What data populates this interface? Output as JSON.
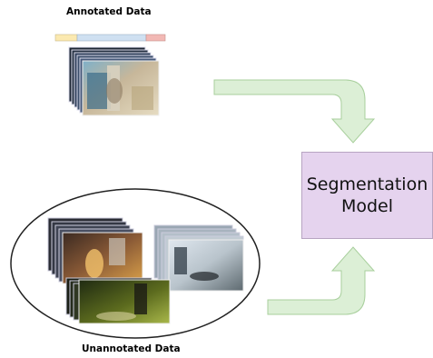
{
  "labels": {
    "annotated": "Annotated Data",
    "unannotated": "Unannotated Data"
  },
  "model": {
    "line1": "Segmentation",
    "line2": "Model"
  },
  "annotation_bar": {
    "segments": [
      {
        "color": "#fbe9b0"
      },
      {
        "color": "#cfe0f1"
      },
      {
        "color": "#f2b8b4"
      }
    ]
  },
  "colors": {
    "arrow_fill": "#dcefd6",
    "arrow_stroke": "#a8cf9c",
    "model_fill": "#e5d3ee",
    "ellipse_stroke": "#222222"
  },
  "icons": [
    "video-frame-stack-icon",
    "arrow-right-down-icon",
    "arrow-right-up-icon"
  ]
}
